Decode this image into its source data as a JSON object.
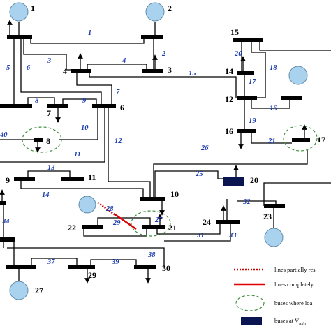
{
  "diagram": {
    "buses": {
      "b1": "1",
      "b2": "2",
      "b3": "3",
      "b4": "4",
      "b6": "6",
      "b7": "7",
      "b8": "8",
      "b9": "9",
      "b10": "10",
      "b11": "11",
      "b12": "12",
      "b14": "14",
      "b15": "15",
      "b16": "16",
      "b17": "17",
      "b20": "20",
      "b21": "21",
      "b22": "22",
      "b23": "23",
      "b24": "24",
      "b27": "27",
      "b29": "29",
      "b30": "30"
    },
    "lines": {
      "l1": "1",
      "l2": "2",
      "l3": "3",
      "l4": "4",
      "l5": "5",
      "l6": "6",
      "l7": "7",
      "l8": "8",
      "l9": "9",
      "l10": "10",
      "l11": "11",
      "l12": "12",
      "l13": "13",
      "l14": "14",
      "l15": "15",
      "l16": "16",
      "l17": "17",
      "l18": "18",
      "l19": "19",
      "l20": "20",
      "l21": "21",
      "l25": "25",
      "l26": "26",
      "l27": "27",
      "l28": "28",
      "l29": "29",
      "l31": "31",
      "l32": "32",
      "l33": "33",
      "l34": "34",
      "l37": "37",
      "l38": "38",
      "l39": "39",
      "l40": "40"
    },
    "colors": {
      "bus": "#000000",
      "line_label": "#1f3fb0",
      "generator": "#a9d2ef",
      "partial_line": "#cc0000",
      "complete_line": "#e00000",
      "zone": "#3f8f3f",
      "vmin_bus": "#0a1450"
    }
  },
  "legend": {
    "partial": "lines partially res",
    "complete": "lines completely",
    "load": "buses where loa",
    "vmin_prefix": "buses at V",
    "vmin_sub": "min"
  }
}
